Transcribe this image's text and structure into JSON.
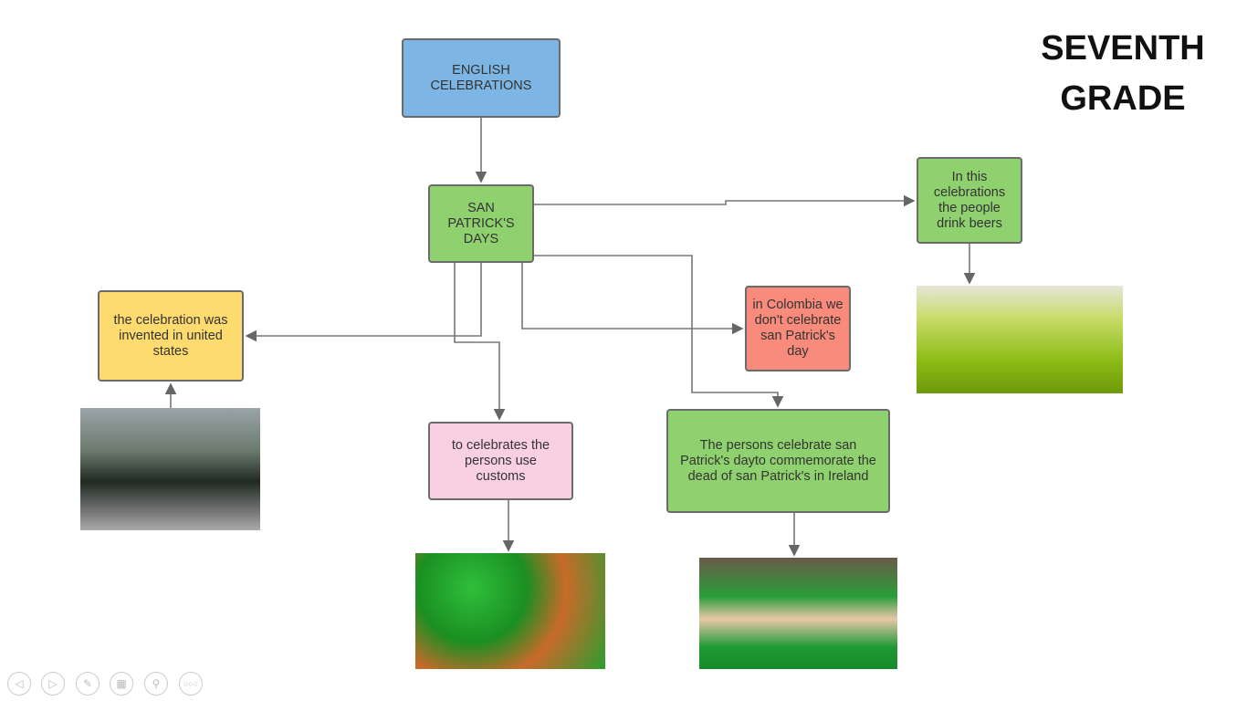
{
  "title": {
    "line1": "SEVENTH",
    "line2": "GRADE"
  },
  "nodes": {
    "root": "ENGLISH CELEBRATIONS",
    "main": "SAN PATRICK'S DAYS",
    "beers": "In this celebrations the people drink beers",
    "invented": "the celebration was invented in united states",
    "colombia": "in Colombia we don't celebrate san Patrick's day",
    "customs": "to celebrates the persons use customs",
    "commemorate": "The persons celebrate san Patrick's dayto commemorate the dead of san Patrick's in Ireland"
  },
  "colors": {
    "blue": "#7db6e4",
    "green": "#90d16f",
    "yellow": "#fedb6e",
    "salmon": "#f98b7d",
    "pink": "#f9d0e1"
  },
  "controls": [
    "previous-icon",
    "next-icon",
    "pen-icon",
    "slides-icon",
    "zoom-icon",
    "more-icon"
  ]
}
